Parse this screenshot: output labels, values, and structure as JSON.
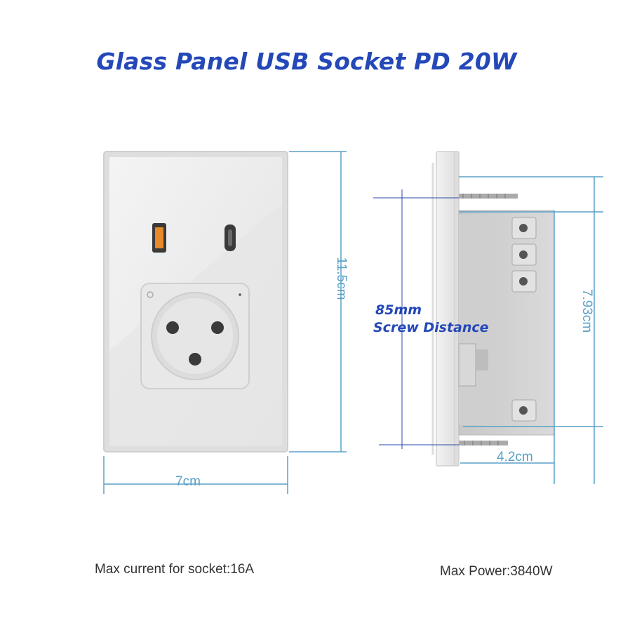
{
  "title": "Glass Panel USB Socket PD 20W",
  "dimensions": {
    "width": "7cm",
    "height": "11.5cm",
    "depth_height": "7.93cm",
    "depth": "4.2cm",
    "screw_distance_value": "85mm",
    "screw_distance_label": "Screw Distance"
  },
  "specs": {
    "max_current": "Max current for socket:16A",
    "max_power": "Max Power:3840W"
  },
  "colors": {
    "title": "#2448b8",
    "dimension_lines": "#5aa0c8",
    "usb_a_port": "#e8892a"
  },
  "icons": {
    "usb_a": "usb-a-port-icon",
    "usb_c": "usb-c-port-icon",
    "socket": "three-pin-socket-icon"
  }
}
